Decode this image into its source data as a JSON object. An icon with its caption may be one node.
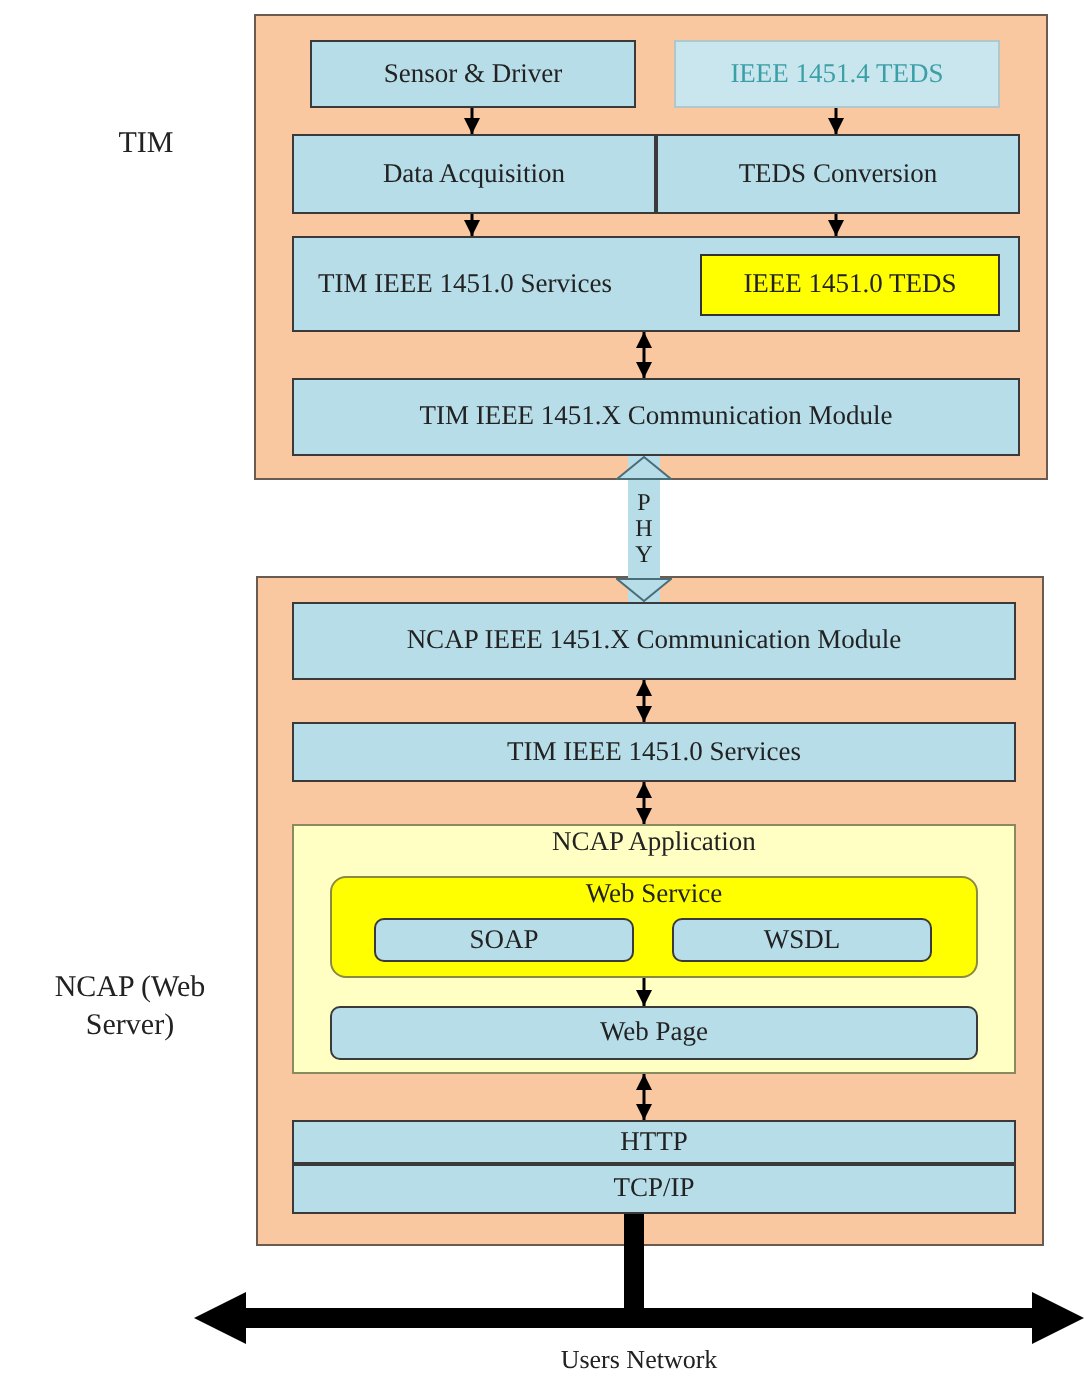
{
  "diagram": {
    "nodes": [
      {
        "text": [
          "TIM"
        ]
      },
      {
        "text": [
          "Sensor & Driver"
        ],
        "in": 0
      },
      {
        "text": [
          "IEEE 1451.4 TEDS"
        ],
        "in": 0
      },
      {
        "text": [
          "Data Acquisition"
        ],
        "in": 0
      },
      {
        "text": [
          "TEDS Conversion"
        ],
        "in": 0
      },
      {
        "text": [
          "TIM IEEE 1451.0 Services"
        ],
        "in": 0
      },
      {
        "text": [
          "IEEE 1451.0 TEDS"
        ],
        "in": 5
      },
      {
        "text": [
          "TIM IEEE 1451.X Communication Module"
        ],
        "in": 0
      },
      {
        "text": [
          "NCAP (Web Server)"
        ]
      },
      {
        "text": [
          "NCAP IEEE 1451.X Communication Module"
        ],
        "in": 8
      },
      {
        "text": [
          "TIM IEEE 1451.0 Services"
        ],
        "in": 8
      },
      {
        "text": [
          "NCAP Application"
        ],
        "in": 8
      },
      {
        "text": [
          "Web Service"
        ],
        "in": 11
      },
      {
        "text": [
          "SOAP"
        ],
        "in": 12
      },
      {
        "text": [
          "WSDL"
        ],
        "in": 12
      },
      {
        "text": [
          "Web Page"
        ],
        "in": 11
      },
      {
        "text": [
          "HTTP"
        ],
        "in": 8
      },
      {
        "text": [
          "TCP/IP"
        ],
        "in": 8
      },
      {
        "text": [
          "Users Network"
        ]
      }
    ],
    "edges": [
      {
        "from": 1,
        "to": 3,
        "arrow": "to"
      },
      {
        "from": 2,
        "to": 4,
        "arrow": "to"
      },
      {
        "from": 3,
        "to": 5,
        "arrow": "to"
      },
      {
        "from": 4,
        "to": 5,
        "arrow": "to"
      },
      {
        "from": 5,
        "to": 7,
        "arrow": "both"
      },
      {
        "from": 7,
        "to": 9,
        "arrow": "both",
        "label": "PHY",
        "style": "thick",
        "color": "#b7dde8"
      },
      {
        "from": 9,
        "to": 10,
        "arrow": "both"
      },
      {
        "from": 10,
        "to": 11,
        "arrow": "both"
      },
      {
        "from": 12,
        "to": 15,
        "arrow": "to"
      },
      {
        "from": 11,
        "to": 16,
        "arrow": "both"
      },
      {
        "from": 17,
        "to": 18,
        "arrow": "none",
        "style": "thick"
      }
    ]
  }
}
